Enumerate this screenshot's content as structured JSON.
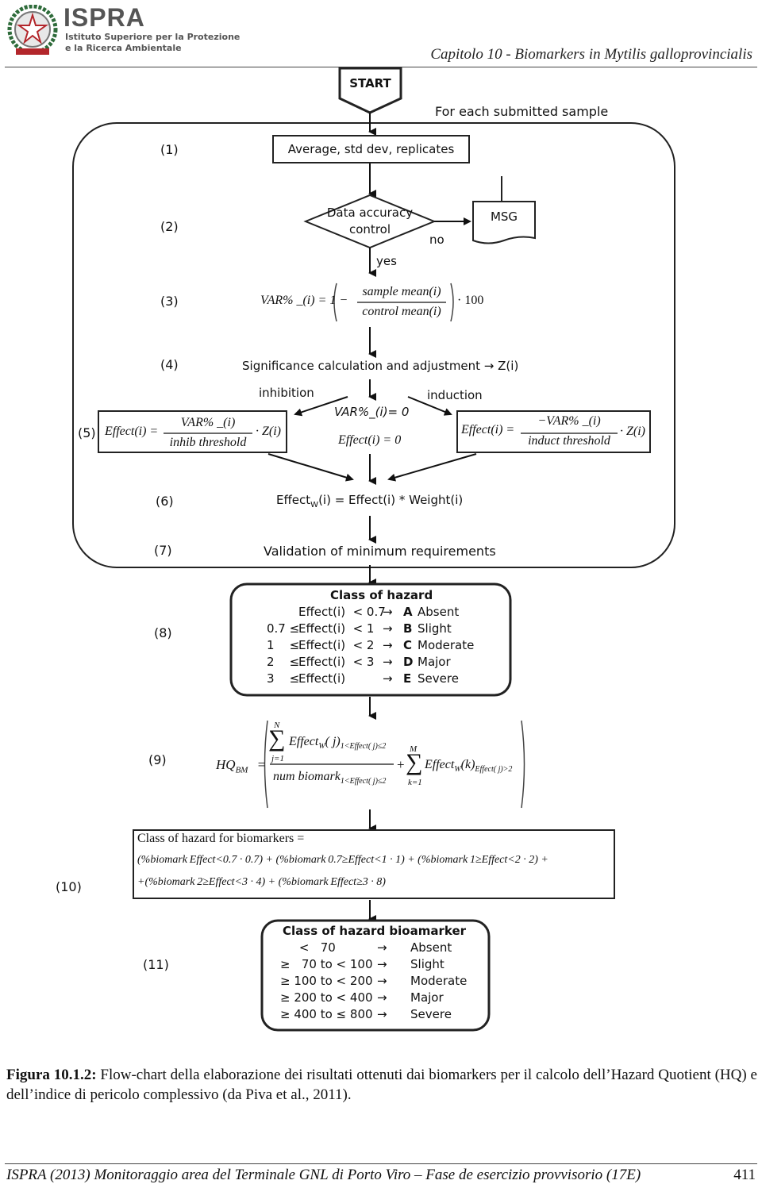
{
  "header": {
    "logo_text": "ISPRA",
    "logo_sub1": "Istituto Superiore per la Protezione",
    "logo_sub2": "e la Ricerca Ambientale",
    "chapter": "Capitolo 10 - Biomarkers in Mytilis galloprovincialis"
  },
  "flow": {
    "start": "START",
    "for_each": "For each submitted sample",
    "s1": "(1)",
    "s1_box": "Average, std dev, replicates",
    "s2": "(2)",
    "s2_diamond_1": "Data accuracy",
    "s2_diamond_2": "control",
    "no": "no",
    "yes": "yes",
    "msg": "MSG",
    "s3": "(3)",
    "s3_lhs": "VAR% _(i) = 1 −",
    "s3_num": "sample mean(i)",
    "s3_den": "control mean(i)",
    "s3_mult": "· 100",
    "s4": "(4)",
    "s4_text": "Significance calculation and adjustment → Z(i)",
    "s5": "(5)",
    "inhibition": "inhibition",
    "induction": "induction",
    "mid_top": "VAR%_(i)= 0",
    "mid_bot": "Effect(i) = 0",
    "left_lhs": "Effect(i) =",
    "left_num": "VAR% _(i)",
    "left_den": "inhib threshold",
    "left_rhs": "· Z(i)",
    "right_lhs": "Effect(i) =",
    "right_num": "−VAR% _(i)",
    "right_den": "induct threshold",
    "right_rhs": "· Z(i)",
    "s6": "(6)",
    "s6_text_a": "Effect",
    "s6_sub": "W",
    "s6_text_b": "(i) = Effect(i) * Weight(i)",
    "s7": "(7)",
    "s7_text": "Validation of minimum requirements",
    "s8": "(8)",
    "hazard_title": "Class of hazard",
    "hazard_rows": [
      {
        "cond": "Effect(i)  < 0.7",
        "pre": "",
        "cls": "A",
        "label": "Absent"
      },
      {
        "cond": "Effect(i)  < 1",
        "pre": "0.7 ≤",
        "cls": "B",
        "label": "Slight"
      },
      {
        "cond": "Effect(i)  < 2",
        "pre": "1    ≤",
        "cls": "C",
        "label": "Moderate"
      },
      {
        "cond": "Effect(i)  < 3",
        "pre": "2    ≤",
        "cls": "D",
        "label": "Major"
      },
      {
        "cond": "Effect(i)",
        "pre": "3    ≤",
        "cls": "E",
        "label": "Severe"
      }
    ],
    "s9": "(9)",
    "hq": "HQ",
    "hq_sub": "BM",
    "eq_sign": "=",
    "sum1_top": "N",
    "sum1_bot": "j=1",
    "num_a": "Effect",
    "num_w": "W",
    "num_b": "( j)",
    "num_sub": "1<Effect( j)≤2",
    "den_a": "num biomark",
    "den_sub": "1<Effect( j)≤2",
    "plus": "+",
    "sum2_top": "M",
    "sum2_bot": "k=1",
    "t2_a": "Effect",
    "t2_w": "W",
    "t2_b": "(k)",
    "t2_sub": "Effect( j)>2",
    "s10": "(10)",
    "f10_title": "Class of hazard for biomarkers =",
    "f10_line1": "(%biomark Effect<0.7 · 0.7) + (%biomark 0.7≥Effect<1 · 1) + (%biomark 1≥Effect<2 · 2) +",
    "f10_line2": "+(%biomark 2≥Effect<3 · 4) + (%biomark Effect≥3 · 8)",
    "s11": "(11)",
    "bio_title": "Class of hazard bioamarker",
    "bio_rows": [
      {
        "range": "     <   70",
        "label": "Absent"
      },
      {
        "range": "≥   70 to < 100",
        "label": "Slight"
      },
      {
        "range": "≥ 100 to < 200",
        "label": "Moderate"
      },
      {
        "range": "≥ 200 to < 400",
        "label": "Major"
      },
      {
        "range": "≥ 400 to ≤ 800",
        "label": "Severe"
      }
    ],
    "arrow_glyph": "→"
  },
  "caption": {
    "label": "Figura 10.1.2:",
    "text": " Flow-chart della elaborazione dei risultati ottenuti dai biomarkers per il calcolo dell’Hazard Quotient (HQ) e dell’indice di pericolo complessivo (da Piva et al., 2011)."
  },
  "footer": {
    "text": "ISPRA (2013) Monitoraggio area del Terminale GNL di Porto Viro – Fase de esercizio provvisorio (17E)",
    "page": "411"
  },
  "colors": {
    "emblem_green": "#2e6b3a",
    "emblem_red": "#b3262b",
    "logo_gray": "#555555"
  }
}
